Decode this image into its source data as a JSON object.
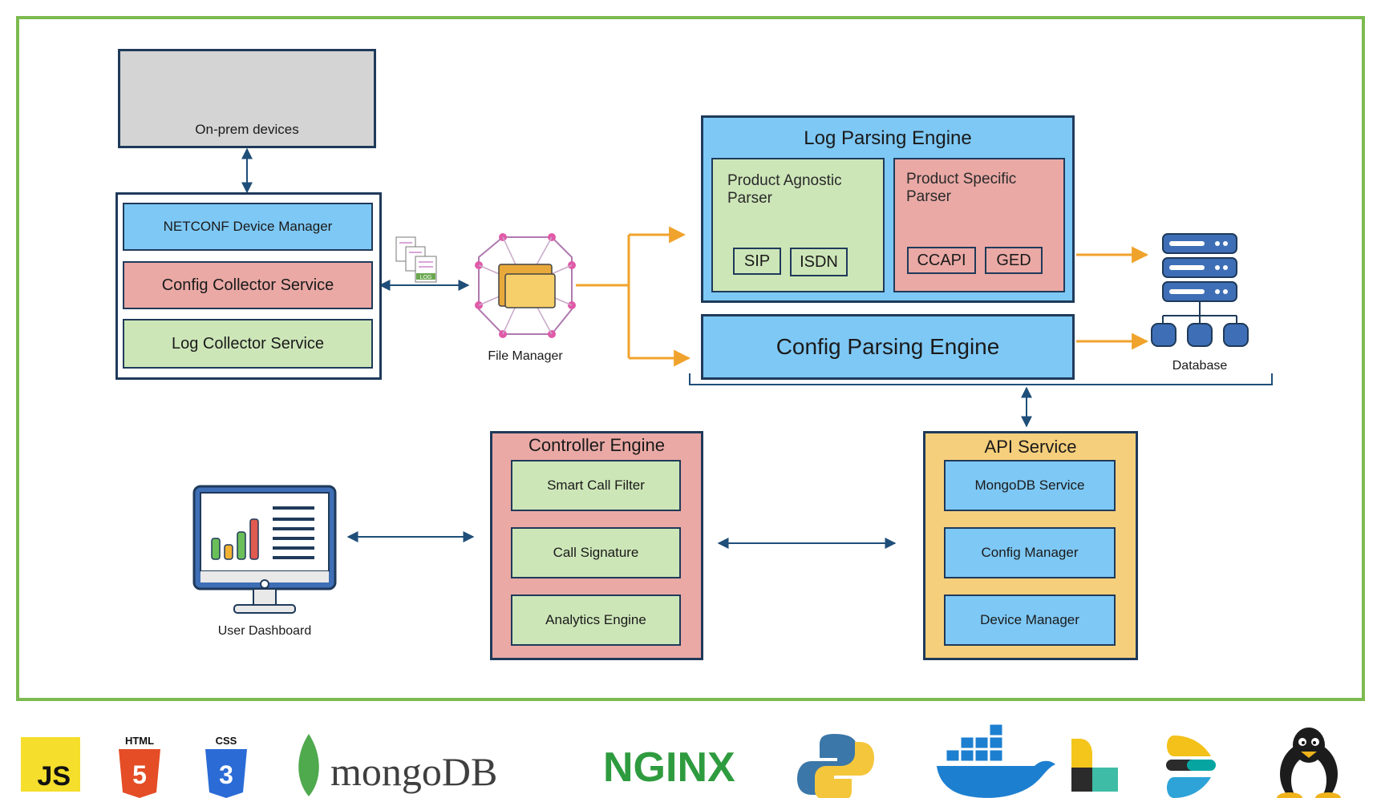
{
  "onprem": {
    "label": "On-prem devices"
  },
  "netconf": {
    "label": "NETCONF Device Manager"
  },
  "config_collector": {
    "label": "Config Collector Service"
  },
  "log_collector": {
    "label": "Log Collector Service"
  },
  "file_manager": {
    "label": "File Manager"
  },
  "log_engine": {
    "title": "Log Parsing Engine",
    "agnostic": {
      "title": "Product Agnostic Parser",
      "items": [
        "SIP",
        "ISDN"
      ]
    },
    "specific": {
      "title": "Product Specific Parser",
      "items": [
        "CCAPI",
        "GED"
      ]
    }
  },
  "config_engine": {
    "title": "Config Parsing Engine"
  },
  "database": {
    "label": "Database"
  },
  "controller": {
    "title": "Controller Engine",
    "items": [
      "Smart Call Filter",
      "Call Signature",
      "Analytics Engine"
    ]
  },
  "api": {
    "title": "API Service",
    "items": [
      "MongoDB Service",
      "Config Manager",
      "Device Manager"
    ]
  },
  "dashboard": {
    "label": "User Dashboard"
  },
  "log_file_tag": "LOG",
  "tech_logos": {
    "js": "JS",
    "html5": "HTML",
    "css3": "CSS",
    "mongodb": "mongoDB",
    "nginx": "NGINX",
    "python": "python-logo",
    "docker": "docker-logo",
    "logstash": "logstash-logo",
    "elastic": "elastic-logo",
    "linux": "linux-tux-logo"
  },
  "colors": {
    "frame": "#7cba4f",
    "blue": "#7ec8f5",
    "pink": "#eaa9a5",
    "green": "#cde6b8",
    "yellow": "#f6cf7c",
    "navy": "#1f3a5a",
    "orange_arrow": "#f0a32c"
  }
}
